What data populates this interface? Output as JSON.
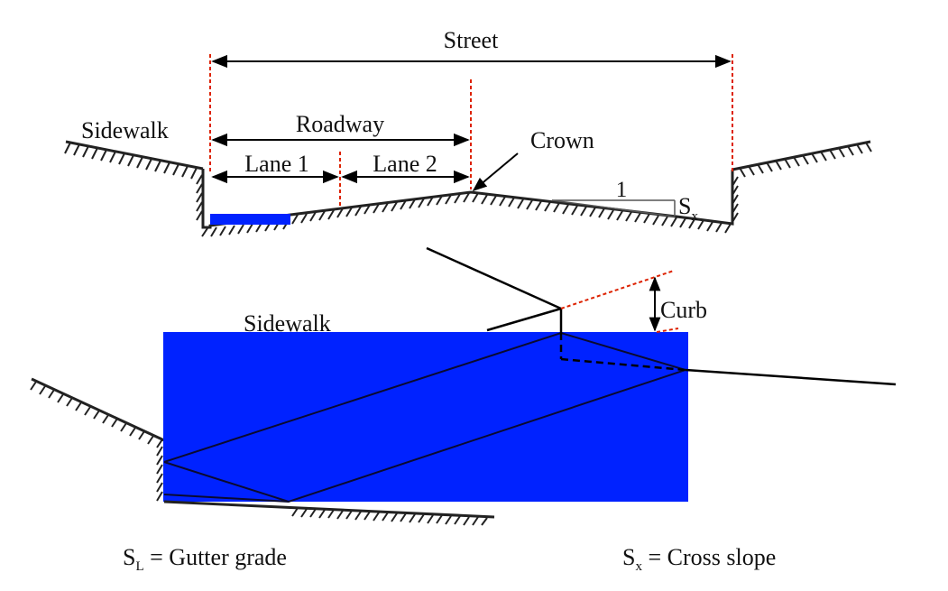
{
  "labels": {
    "street": "Street",
    "roadway": "Roadway",
    "lane_1": "Lane 1",
    "lane_2": "Lane 2",
    "crown": "Crown",
    "sidewalk_top": "Sidewalk",
    "sidewalk_bottom": "Sidewalk",
    "slope_run": "1",
    "sx_main": "S",
    "sx_sub": "x",
    "curb": "Curb"
  },
  "legend": {
    "gutter_grade": {
      "symbol": "S",
      "subscript": "L",
      "text": " = Gutter grade"
    },
    "cross_slope": {
      "symbol": "S",
      "subscript": "x",
      "text": " = Cross slope"
    }
  },
  "colors": {
    "water": "#0022ff",
    "dimension_line": "#000000",
    "boundary_dashed": "#dd2200",
    "ground": "#222222"
  }
}
